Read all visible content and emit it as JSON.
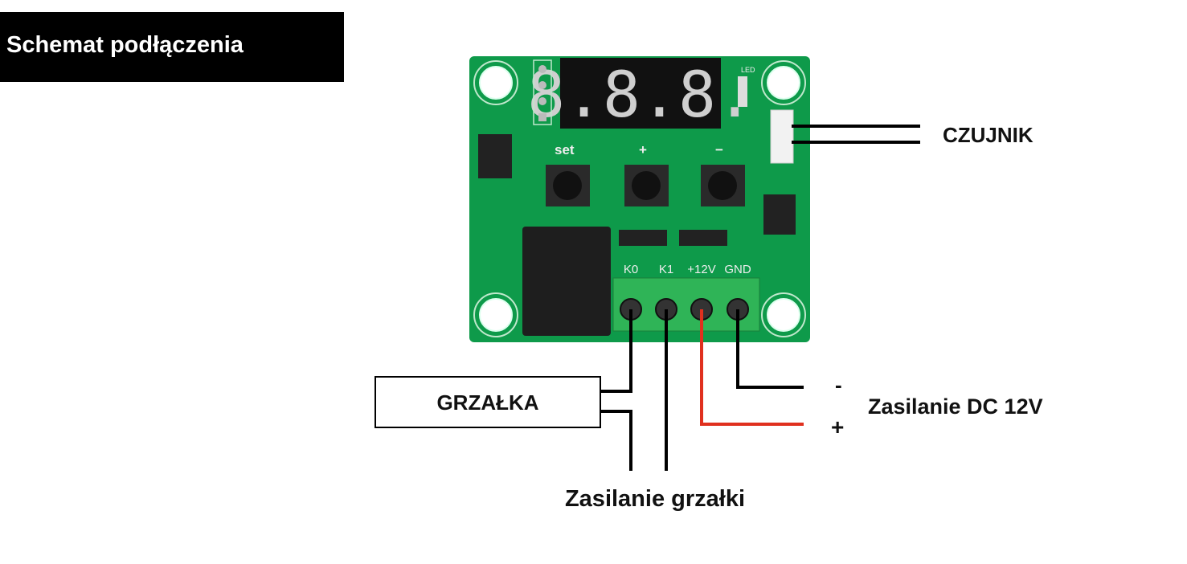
{
  "header": {
    "title": "Schemat podłączenia"
  },
  "board": {
    "display_text": "8.8.8.",
    "led_label": "LED",
    "buttons": [
      "set",
      "+",
      "−"
    ],
    "terminals": [
      "K0",
      "K1",
      "+12V",
      "GND"
    ]
  },
  "labels": {
    "sensor": "CZUJNIK",
    "heater": "GRZAŁKA",
    "power_minus": "-",
    "power_plus": "+",
    "power": "Zasilanie DC 12V",
    "heater_power": "Zasilanie grzałki"
  },
  "colors": {
    "pcb": "#0e9a4a",
    "positive_wire": "#e0301e",
    "wire": "#000000"
  }
}
